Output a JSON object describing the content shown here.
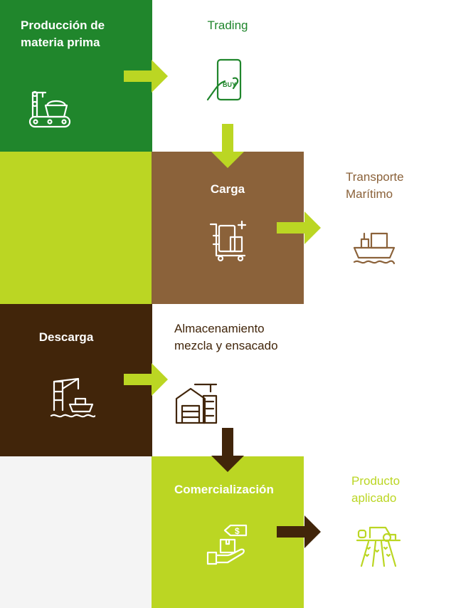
{
  "colors": {
    "green": "#20862c",
    "lime": "#bbd623",
    "brown": "#8b623a",
    "dark": "#41250a",
    "gray": "#f4f4f4"
  },
  "steps": {
    "produccion": "Producción de materia prima",
    "trading": "Trading",
    "carga": "Carga",
    "transporte": "Transporte Marítimo",
    "descarga": "Descarga",
    "almacenamiento": "Almacenamiento mezcla y ensacado",
    "comercializacion": "Comercialización",
    "producto": "Producto aplicado"
  },
  "icons": {
    "trading_text": "BUY",
    "price_tag": "$"
  }
}
